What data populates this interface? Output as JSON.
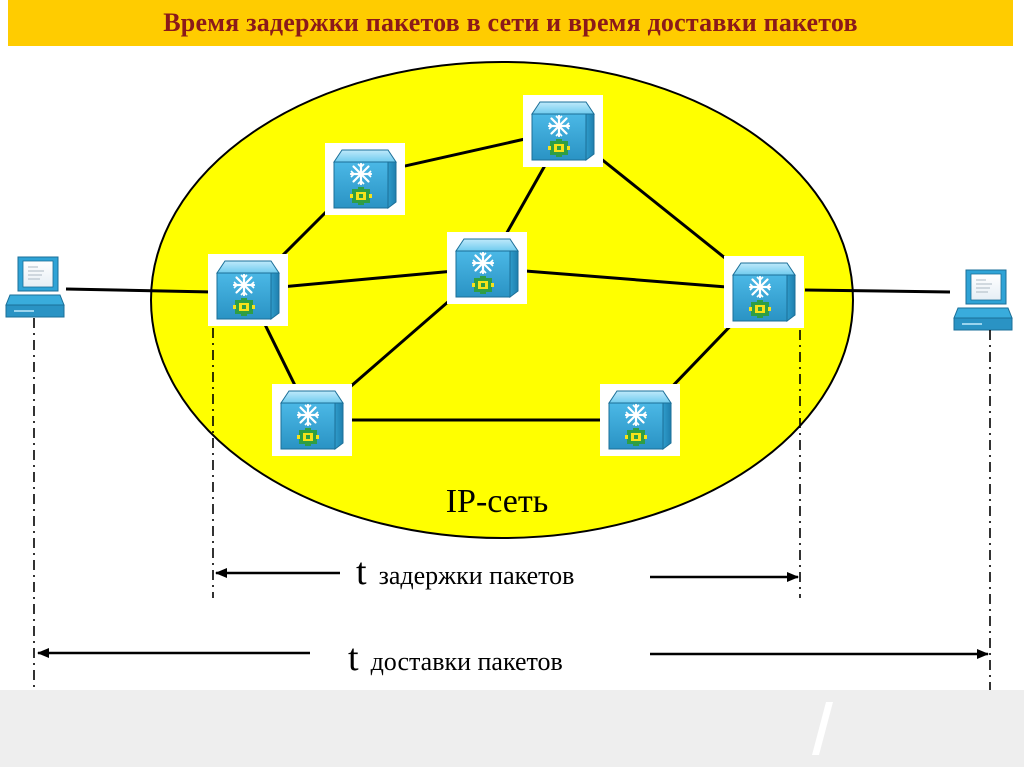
{
  "slide": {
    "title": "Время задержки пакетов в сети и время доставки пакетов"
  },
  "network": {
    "cloud_label": "IP-сеть",
    "cloud_color": "#ffff00",
    "title_bar_color": "#ffcc00",
    "title_text_color": "#8b1a1a",
    "router_icon": "cisco-router-icon",
    "router_count": 7,
    "host_icon": "computer-icon",
    "host_count": 2
  },
  "measurements": {
    "delay_symbol": "t",
    "delay_label": "задержки пакетов",
    "delivery_symbol": "t",
    "delivery_label": "доставки пакетов"
  }
}
